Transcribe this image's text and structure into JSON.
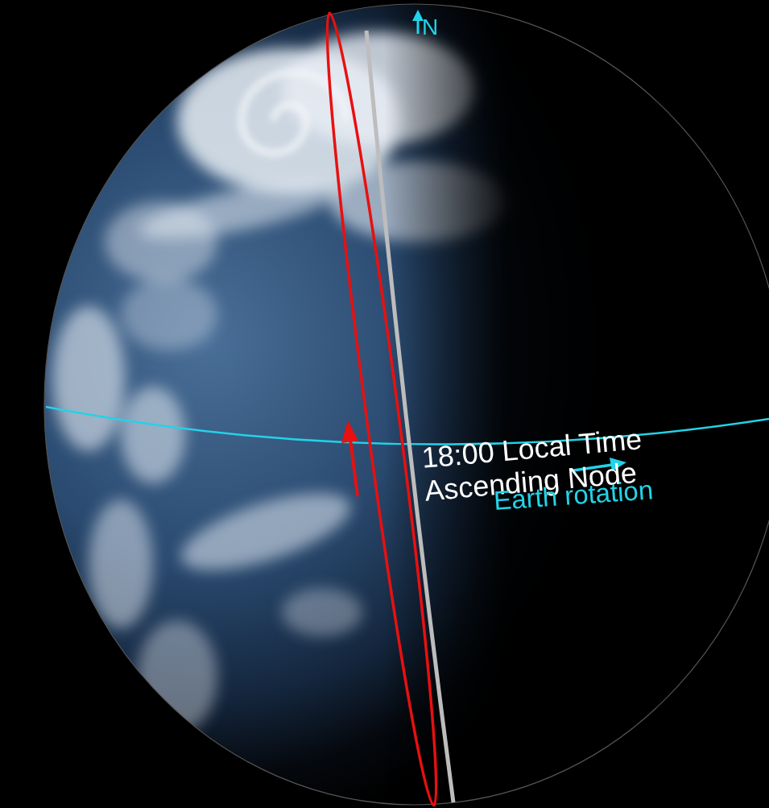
{
  "diagram": {
    "labels": [
      "N",
      "18:00 Local Time Ascending Node",
      "Earth rotation"
    ]
  }
}
